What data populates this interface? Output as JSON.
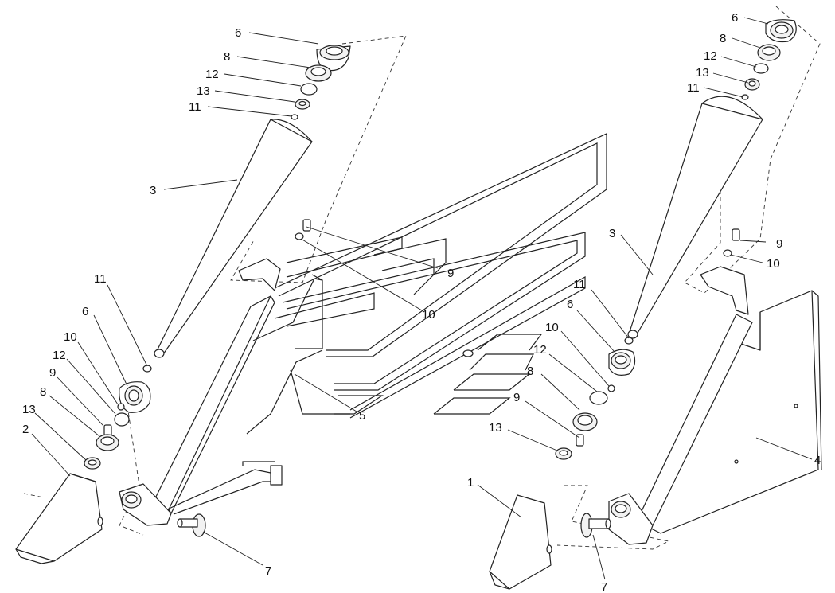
{
  "callouts": {
    "left": {
      "c6_top": "6",
      "c8_top": "8",
      "c12_top": "12",
      "c13_top": "13",
      "c11_top": "11",
      "c3": "3",
      "c11_low": "11",
      "c6_low": "6",
      "c10_low": "10",
      "c12_low": "12",
      "c9_low": "9",
      "c8_low": "8",
      "c13_low": "13",
      "c2": "2",
      "c7": "7"
    },
    "center": {
      "c9": "9",
      "c10": "10",
      "c5": "5"
    },
    "right": {
      "c6_top": "6",
      "c8_top": "8",
      "c12_top": "12",
      "c13_top": "13",
      "c11_top": "11",
      "c3": "3",
      "c9_top": "9",
      "c10_top": "10",
      "c11_low": "11",
      "c6_low": "6",
      "c10_low": "10",
      "c12_low": "12",
      "c8_low": "8",
      "c9_low": "9",
      "c13_low": "13",
      "c4": "4",
      "c1": "1",
      "c7": "7"
    }
  }
}
